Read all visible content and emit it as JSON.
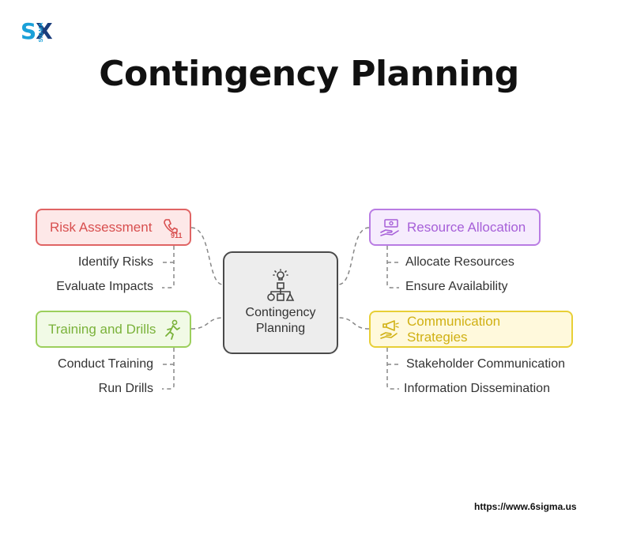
{
  "logo": {
    "main": "S",
    "x": "X",
    "sub": "SIGMA"
  },
  "title": "Contingency Planning",
  "center": {
    "line1": "Contingency",
    "line2": "Planning",
    "icon": "idea-flowchart-icon"
  },
  "branches": {
    "risk": {
      "label": "Risk Assessment",
      "icon": "phone-911-icon",
      "color": "#e06464",
      "items": [
        "Identify Risks",
        "Evaluate Impacts"
      ]
    },
    "training": {
      "label": "Training and Drills",
      "icon": "running-person-icon",
      "color": "#9ccf5c",
      "items": [
        "Conduct Training",
        "Run Drills"
      ]
    },
    "resource": {
      "label": "Resource Allocation",
      "icon": "money-hand-icon",
      "color": "#b97ce3",
      "items": [
        "Allocate Resources",
        "Ensure Availability"
      ]
    },
    "communication": {
      "label": "Communication Strategies",
      "icon": "megaphone-hand-icon",
      "color": "#e8cf36",
      "items": [
        "Stakeholder Communication",
        "Information Dissemination"
      ]
    }
  },
  "footer": {
    "url": "https://www.6sigma.us"
  }
}
